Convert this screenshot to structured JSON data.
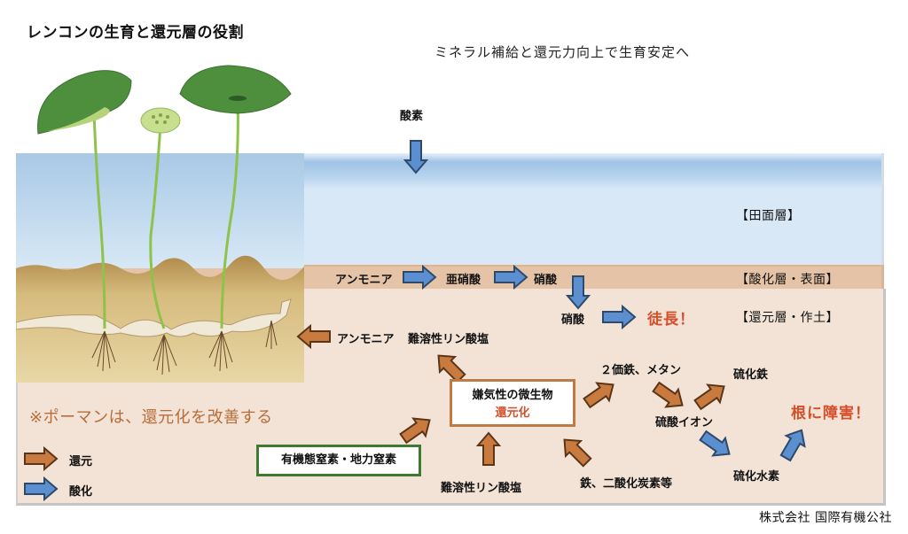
{
  "header": {
    "title": "レンコンの生育と還元層の役割",
    "subtitle": "ミネラル補給と還元力向上で生育安定へ"
  },
  "colors": {
    "reduction_arrow": "#c97b3f",
    "oxidation_arrow": "#5b8fd0",
    "accent_red": "#d64f2a",
    "note_brown": "#b86d3a",
    "box_green": "#3f7a31",
    "water": "#d9e8f6",
    "oxidized_layer": "#e5c3a7",
    "reduced_layer": "#f2e3d6"
  },
  "layers": {
    "paddy_water": "【田面層】",
    "oxidized": "【酸化層・表面】",
    "reduced": "【還元層・作土】"
  },
  "oxygen_label": "酸素",
  "oxidation_chain": {
    "ammonia": "アンモニア",
    "nitrite": "亜硝酸",
    "nitrate": "硝酸",
    "nitrate_below": "硝酸",
    "result": "徒長！"
  },
  "reduction": {
    "to_plant": "アンモニア",
    "insoluble_phosphate_top": "難溶性リン酸塩",
    "microbe_title": "嫌気性の微生物",
    "microbe_sub": "還元化",
    "organic_nitrogen": "有機態窒素・地力窒素",
    "insoluble_phosphate_bottom": "難溶性リン酸塩",
    "iron_co2": "鉄、二酸化炭素等",
    "ferrous_methane": "２価鉄、メタン",
    "sulfate_ion": "硫酸イオン",
    "iron_sulfide": "硫化鉄",
    "hydrogen_sulfide": "硫化水素",
    "root_damage": "根に障害！"
  },
  "note": "※ポーマンは、還元化を改善する",
  "legend": [
    {
      "label": "還元",
      "type": "reduction"
    },
    {
      "label": "酸化",
      "type": "oxidation"
    }
  ],
  "footer": "株式会社 国際有機公社"
}
